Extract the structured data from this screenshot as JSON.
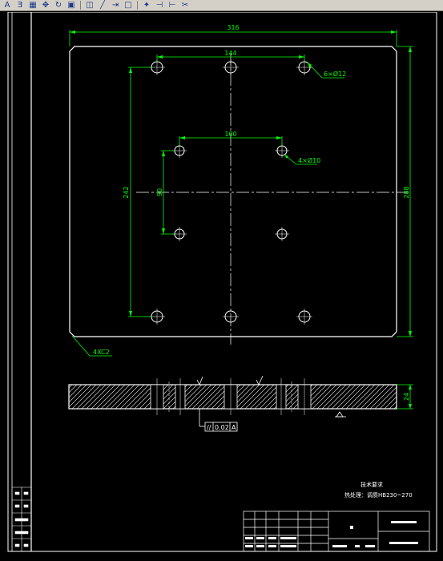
{
  "toolbar": {
    "buttons": [
      {
        "name": "text-icon",
        "glyph": "A"
      },
      {
        "name": "edit-text-icon",
        "glyph": "Ǝ"
      },
      {
        "name": "grid-icon",
        "glyph": "▦"
      },
      {
        "name": "move-icon",
        "glyph": "✥"
      },
      {
        "name": "rotate-icon",
        "glyph": "↻"
      },
      {
        "name": "copy-icon",
        "glyph": "▣"
      },
      {
        "name": "mirror-icon",
        "glyph": "◫"
      },
      {
        "name": "line-icon",
        "glyph": "╱"
      },
      {
        "name": "stretch-icon",
        "glyph": "⇥"
      },
      {
        "name": "rectangle-icon",
        "glyph": "□"
      },
      {
        "name": "explode-icon",
        "glyph": "✦"
      },
      {
        "name": "trim-icon",
        "glyph": "⊣"
      },
      {
        "name": "extend-icon",
        "glyph": "⊢"
      },
      {
        "name": "break-icon",
        "glyph": "✂"
      }
    ]
  },
  "drawing": {
    "dims": {
      "overall_width": "316",
      "hole_spacing_large": "144",
      "hole_note_large": "6×Ø12",
      "hole_spacing_small": "100",
      "hole_note_small": "4×Ø10",
      "height_outer": "242",
      "height_inner": "90",
      "height_total": "288",
      "chamfer": "4XC2",
      "thickness": "24"
    },
    "tolerance": {
      "symbol": "//",
      "value": "0.02",
      "datum": "A"
    },
    "notes": {
      "title": "技术要求",
      "line1": "热处理：调质HB230~270"
    }
  },
  "colors": {
    "line": "#ffffff",
    "dimension": "#00ff00",
    "hatch": "#ffffff",
    "background": "#000000",
    "toolbar": "#d4d0c8"
  }
}
